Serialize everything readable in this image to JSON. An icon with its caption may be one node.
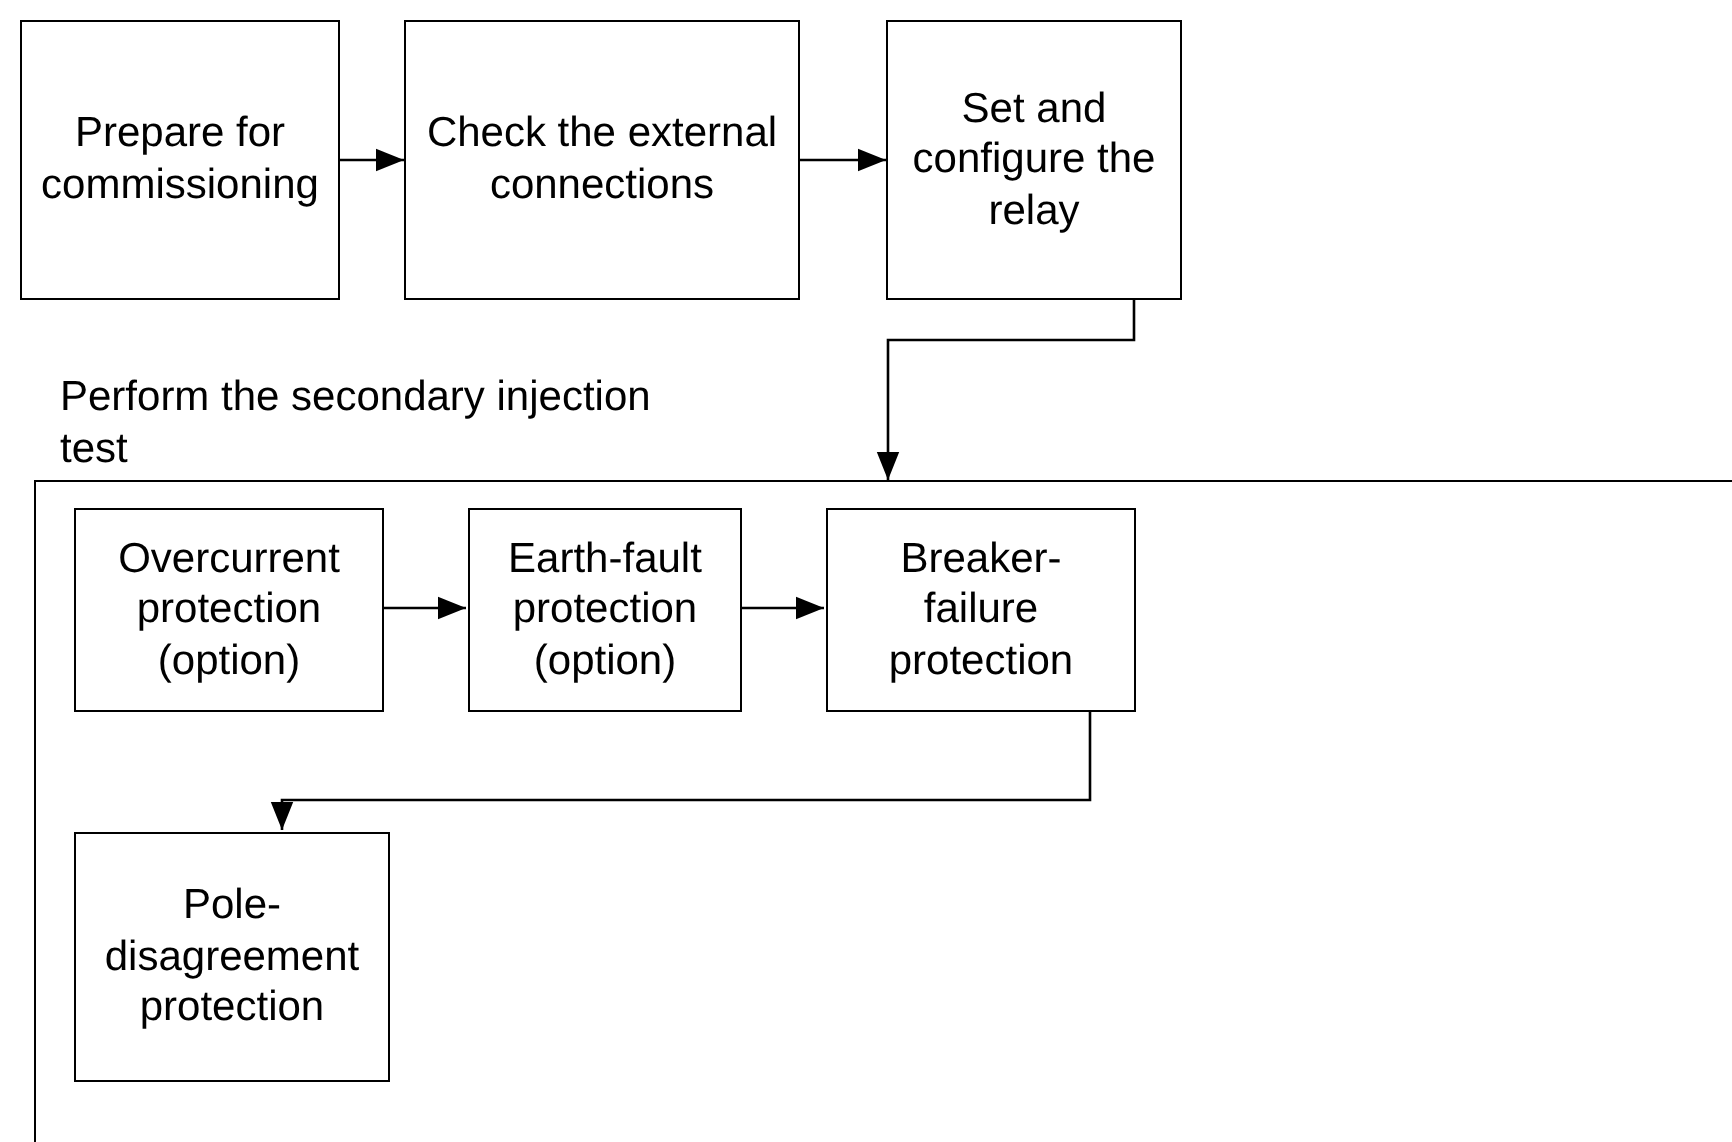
{
  "diagram": {
    "nodes": [
      {
        "text": [
          "Prepare for commissioning"
        ]
      },
      {
        "text": [
          "Check the  external connections"
        ]
      },
      {
        "text": [
          "Set and configure the relay"
        ]
      },
      {
        "text": [
          "Perform the secondary injection test"
        ]
      },
      {
        "text": [
          "Overcurrent protection (option)"
        ],
        "in": 3
      },
      {
        "text": [
          "Earth-fault protection (option)"
        ],
        "in": 3
      },
      {
        "text": [
          "Breaker-failure protection"
        ],
        "in": 3
      },
      {
        "text": [
          "Pole-disagreement protection"
        ],
        "in": 3
      }
    ],
    "edges": [
      {
        "from": 0,
        "to": 1,
        "arrow": "to"
      },
      {
        "from": 1,
        "to": 2,
        "arrow": "to"
      },
      {
        "from": 2,
        "to": 3,
        "arrow": "to"
      },
      {
        "from": 4,
        "to": 5,
        "arrow": "to"
      },
      {
        "from": 5,
        "to": 6,
        "arrow": "to"
      },
      {
        "from": 6,
        "to": 7,
        "arrow": "to"
      }
    ]
  }
}
